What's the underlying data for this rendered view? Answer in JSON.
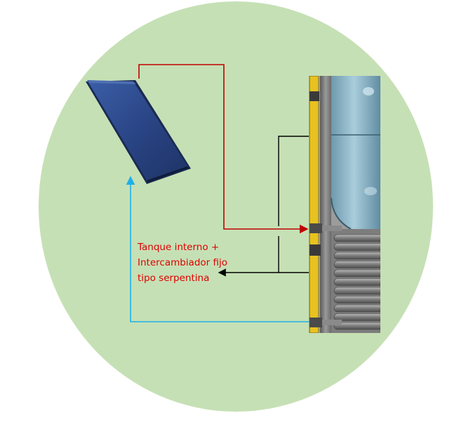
{
  "label": {
    "line1": "Tanque interno +",
    "line2": "Intercambiador fijo",
    "line3": "tipo serpentina"
  },
  "colors": {
    "background_circle": "#c6e0b5",
    "hot_pipe": "#c00000",
    "cold_pipe": "#1fb0e8",
    "label_text": "#e00000",
    "pointer_line": "#000000",
    "panel_blue": "#2e4a8c",
    "tank_insulation": "#e8c21f",
    "tank_water": "#8fb7c8",
    "coil_metal": "#8d8d8d"
  },
  "icons": {
    "panel": "solar-panel-icon",
    "tank": "water-tank-cutaway-icon"
  }
}
